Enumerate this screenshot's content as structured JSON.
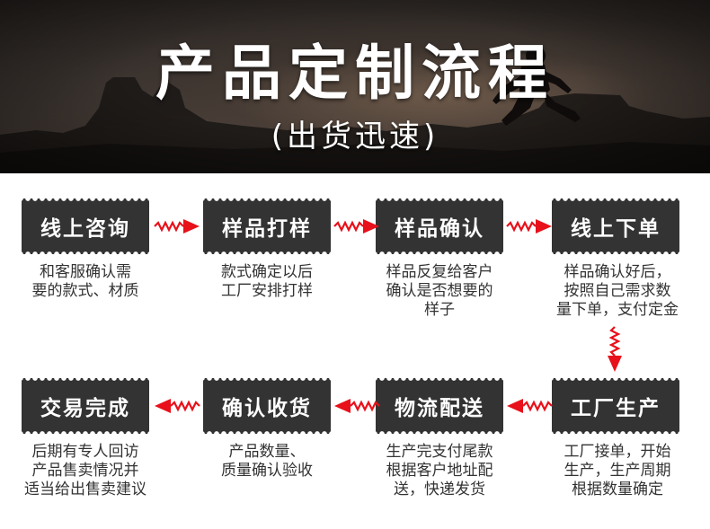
{
  "banner": {
    "title": "产品定制流程",
    "subtitle": "(出货迅速)"
  },
  "colors": {
    "box": "#333333",
    "arrow": "#e8101a",
    "text": "#333333"
  },
  "steps": [
    {
      "label": "线上咨询",
      "desc": [
        "和客服确认需",
        "要的款式、材质"
      ]
    },
    {
      "label": "样品打样",
      "desc": [
        "款式确定以后",
        "工厂安排打样"
      ]
    },
    {
      "label": "样品确认",
      "desc": [
        "样品反复给客户",
        "确认是否想要的",
        "样子"
      ]
    },
    {
      "label": "线上下单",
      "desc": [
        "样品确认好后，",
        "按照自己需求数",
        "量下单，支付定金"
      ]
    },
    {
      "label": "工厂生产",
      "desc": [
        "工厂接单，开始",
        "生产，生产周期",
        "根据数量确定"
      ]
    },
    {
      "label": "物流配送",
      "desc": [
        "生产完支付尾款",
        "根据客户地址配",
        "送，快递发货"
      ]
    },
    {
      "label": "确认收货",
      "desc": [
        "产品数量、",
        "质量确认验收"
      ]
    },
    {
      "label": "交易完成",
      "desc": [
        "后期有专人回访",
        "产品售卖情况并",
        "适当给出售卖建议"
      ]
    }
  ]
}
